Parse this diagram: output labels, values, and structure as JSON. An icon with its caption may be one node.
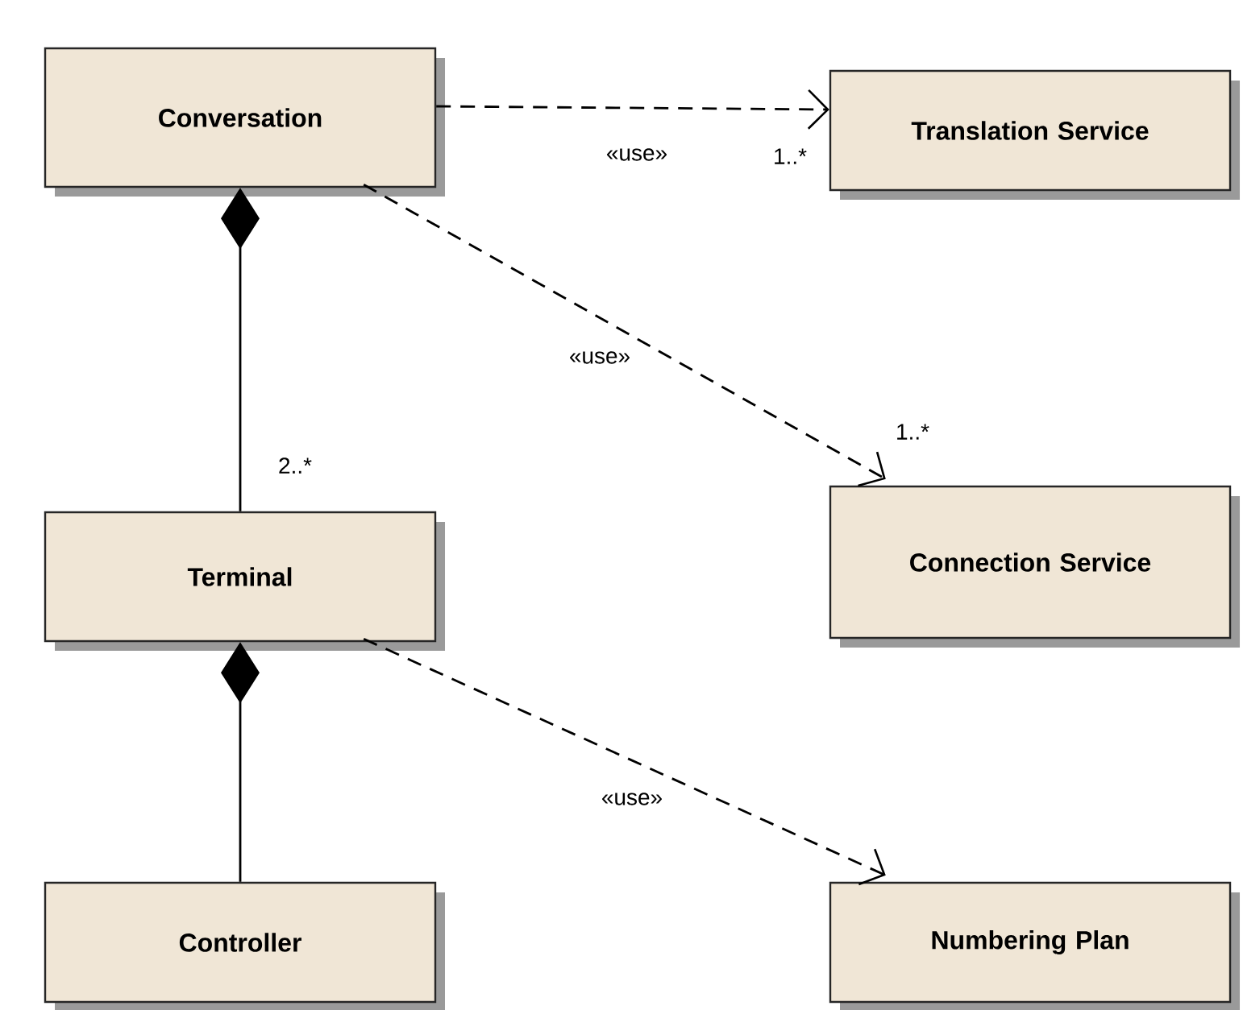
{
  "diagram": {
    "nodes": [
      {
        "text": [
          "Conversation"
        ]
      },
      {
        "text": [
          "Translation Service"
        ]
      },
      {
        "text": [
          "Terminal"
        ]
      },
      {
        "text": [
          "Connection Service"
        ]
      },
      {
        "text": [
          "Controller"
        ]
      },
      {
        "text": [
          "Numbering Plan"
        ]
      }
    ],
    "edges": [
      {
        "from": 0,
        "to": 1,
        "arrow": "to",
        "style": "dashed",
        "label": "«use»"
      },
      {
        "from": 0,
        "to": 3,
        "arrow": "to",
        "style": "dashed",
        "label": "«use»"
      },
      {
        "from": 2,
        "to": 0,
        "arrow": "other"
      },
      {
        "from": 4,
        "to": 2,
        "arrow": "other"
      },
      {
        "from": 2,
        "to": 5,
        "arrow": "to",
        "style": "dashed",
        "label": "«use»"
      }
    ],
    "labels": [
      "1..*",
      "1..*",
      "2..*"
    ]
  }
}
